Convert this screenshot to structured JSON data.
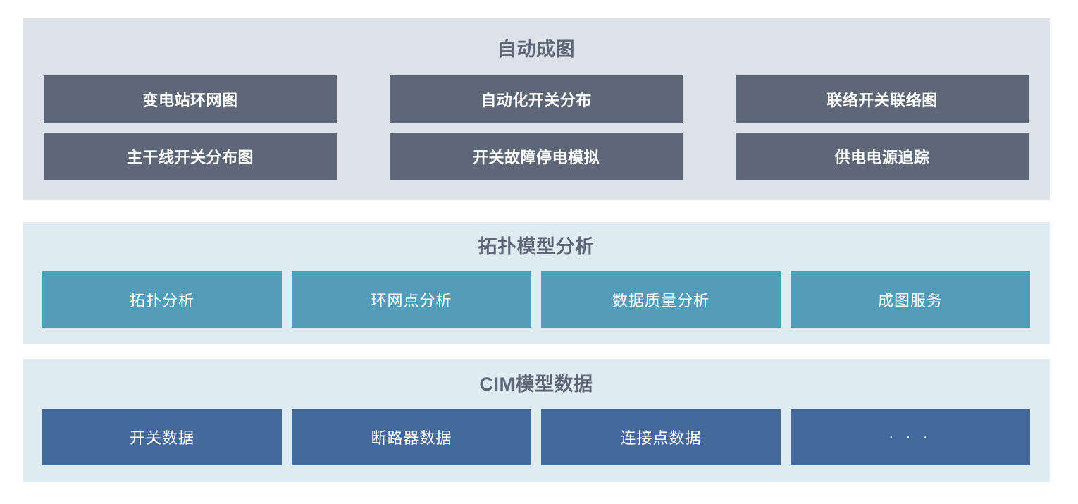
{
  "sections": [
    {
      "id": "auto-mapping",
      "title": "自动成图",
      "bg": "#dde2ea",
      "button_color": "#5d6777",
      "buttons": [
        {
          "label": "变电站环网图"
        },
        {
          "label": "自动化开关分布"
        },
        {
          "label": "联络开关联络图"
        },
        {
          "label": "主干线开关分布图"
        },
        {
          "label": "开关故障停电模拟"
        },
        {
          "label": "供电电源追踪"
        }
      ]
    },
    {
      "id": "topology-model-analysis",
      "title": "拓扑模型分析",
      "bg": "#dfebf2",
      "button_color": "#529cba",
      "buttons": [
        {
          "label": "拓扑分析"
        },
        {
          "label": "环网点分析"
        },
        {
          "label": "数据质量分析"
        },
        {
          "label": "成图服务"
        }
      ]
    },
    {
      "id": "cim-model-data",
      "title": "CIM模型数据",
      "bg": "#dfebf2",
      "button_color": "#44699a",
      "buttons": [
        {
          "label": "开关数据"
        },
        {
          "label": "断路器数据"
        },
        {
          "label": "连接点数据"
        },
        {
          "label": "· · ·"
        }
      ]
    }
  ],
  "colors": {
    "title_text": "#5d6777",
    "button_text": "#ffffff",
    "page_background": "#ffffff"
  }
}
